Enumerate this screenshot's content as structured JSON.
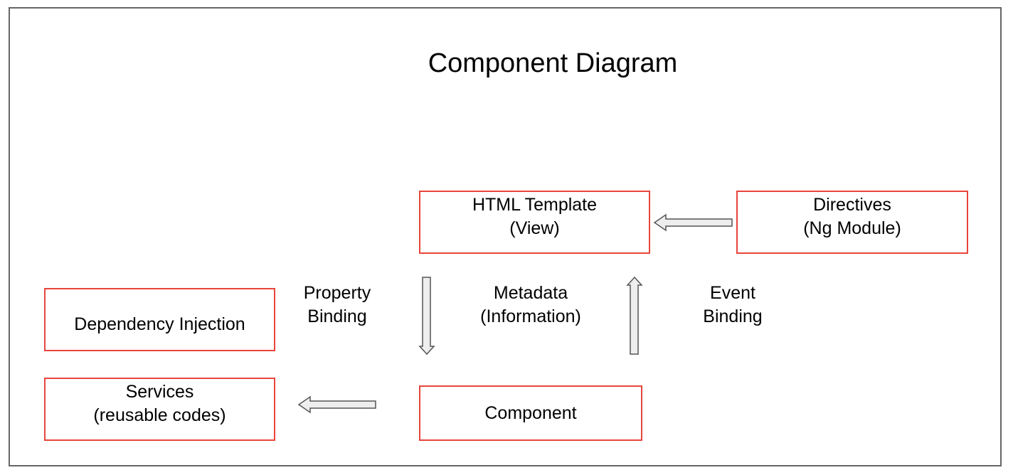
{
  "title": "Component Diagram",
  "nodes": {
    "html_template": {
      "line1": "HTML Template",
      "line2": "(View)"
    },
    "directives": {
      "line1": "Directives",
      "line2": "(Ng Module)"
    },
    "dependency_injection": {
      "line1": "Dependency Injection"
    },
    "services": {
      "line1": "Services",
      "line2": "(reusable codes)"
    },
    "component": {
      "line1": "Component"
    }
  },
  "labels": {
    "property_binding": {
      "line1": "Property",
      "line2": "Binding"
    },
    "metadata": {
      "line1": "Metadata",
      "line2": "(Information)"
    },
    "event_binding": {
      "line1": "Event",
      "line2": "Binding"
    }
  },
  "colors": {
    "box_border": "#e8453c",
    "frame_border": "#666666",
    "arrow_fill": "#eeeeee",
    "arrow_stroke": "#555555"
  },
  "edges": [
    {
      "from": "directives",
      "to": "html_template",
      "icon": "arrow-left-icon"
    },
    {
      "from": "html_template",
      "to": "component",
      "icon": "arrow-down-icon",
      "label": "Property Binding"
    },
    {
      "from": "component",
      "to": "html_template",
      "icon": "arrow-up-icon",
      "label": "Event Binding"
    },
    {
      "from": "component",
      "to": "services",
      "icon": "arrow-left-icon"
    }
  ]
}
